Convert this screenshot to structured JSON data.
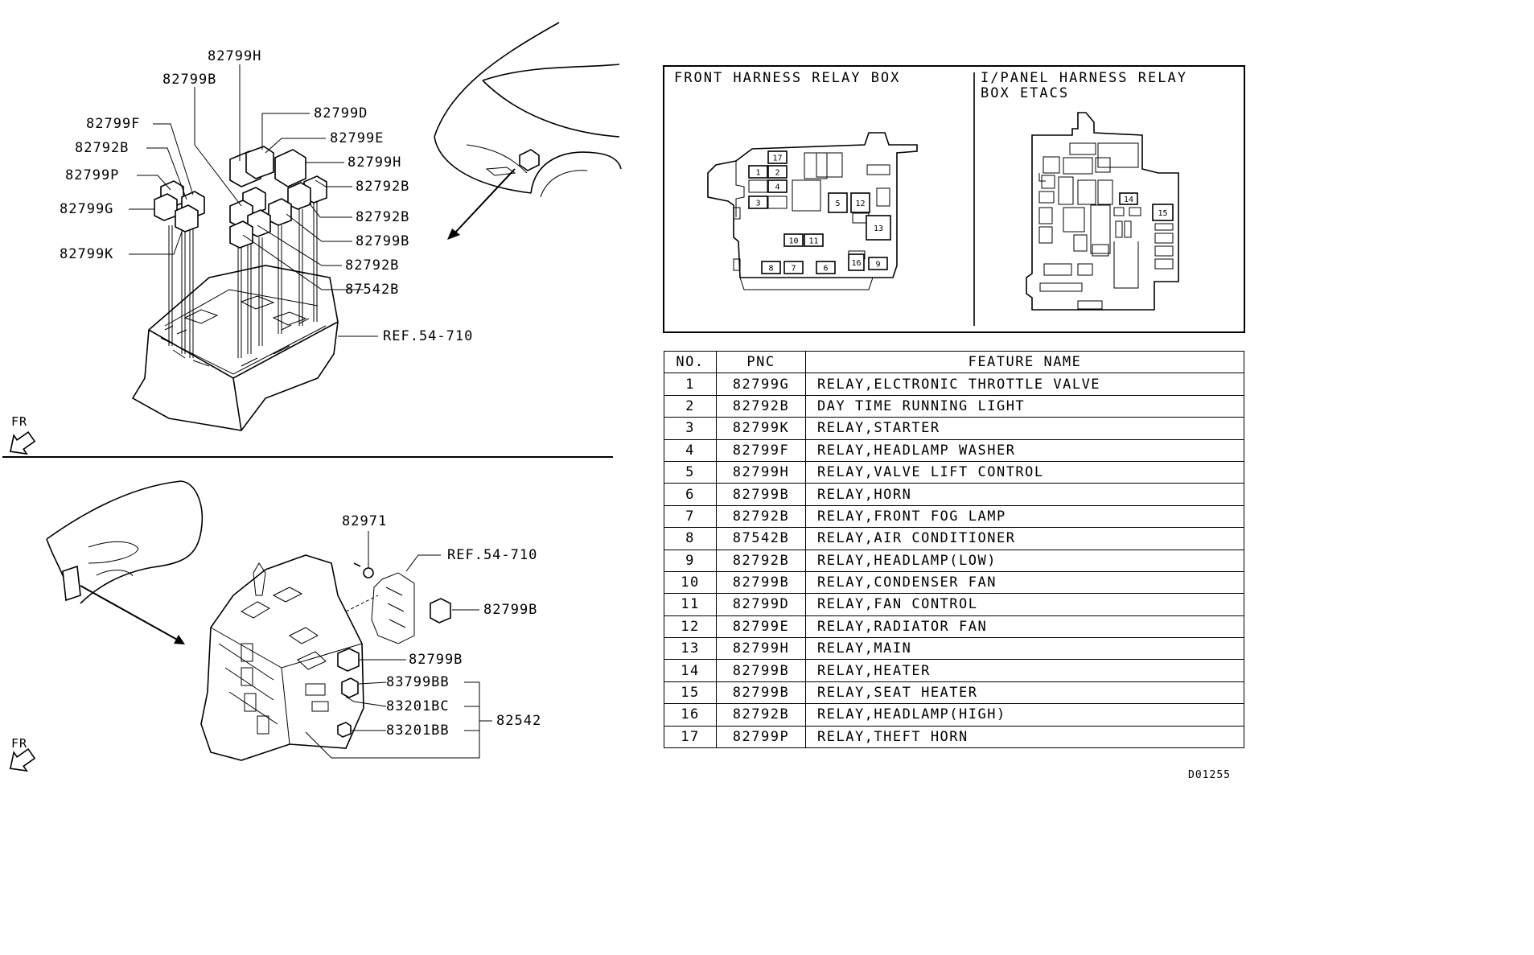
{
  "top_view": {
    "callouts": [
      "82799H",
      "82799B",
      "82799D",
      "82799F",
      "82799E",
      "82792B",
      "82799H",
      "82799P",
      "82792B",
      "82799G",
      "82792B",
      "82799B",
      "82799K",
      "82792B",
      "87542B"
    ],
    "ref_label": "REF.54-710",
    "fr_label": "FR"
  },
  "bottom_view": {
    "callouts": [
      "82971",
      "REF.54-710",
      "82799B",
      "82799B",
      "83799BB",
      "83201BC",
      "83201BB",
      "82542"
    ],
    "fr_label": "FR"
  },
  "front_box": {
    "title": "FRONT HARNESS RELAY BOX",
    "slots": [
      "17",
      "1",
      "2",
      "4",
      "3",
      "5",
      "12",
      "13",
      "10",
      "11",
      "8",
      "7",
      "6",
      "16",
      "9"
    ]
  },
  "ipanel_box": {
    "title_line1": "I/PANEL HARNESS RELAY",
    "title_line2": "BOX ETACS",
    "slots": [
      "14",
      "15"
    ]
  },
  "table": {
    "headers": [
      "NO.",
      "PNC",
      "FEATURE NAME"
    ],
    "rows": [
      {
        "no": "1",
        "pnc": "82799G",
        "name": "RELAY,ELCTRONIC THROTTLE VALVE"
      },
      {
        "no": "2",
        "pnc": "82792B",
        "name": "DAY TIME RUNNING LIGHT"
      },
      {
        "no": "3",
        "pnc": "82799K",
        "name": "RELAY,STARTER"
      },
      {
        "no": "4",
        "pnc": "82799F",
        "name": "RELAY,HEADLAMP WASHER"
      },
      {
        "no": "5",
        "pnc": "82799H",
        "name": "RELAY,VALVE LIFT CONTROL"
      },
      {
        "no": "6",
        "pnc": "82799B",
        "name": "RELAY,HORN"
      },
      {
        "no": "7",
        "pnc": "82792B",
        "name": "RELAY,FRONT FOG LAMP"
      },
      {
        "no": "8",
        "pnc": "87542B",
        "name": "RELAY,AIR CONDITIONER"
      },
      {
        "no": "9",
        "pnc": "82792B",
        "name": "RELAY,HEADLAMP(LOW)"
      },
      {
        "no": "10",
        "pnc": "82799B",
        "name": "RELAY,CONDENSER FAN"
      },
      {
        "no": "11",
        "pnc": "82799D",
        "name": "RELAY,FAN CONTROL"
      },
      {
        "no": "12",
        "pnc": "82799E",
        "name": "RELAY,RADIATOR FAN"
      },
      {
        "no": "13",
        "pnc": "82799H",
        "name": "RELAY,MAIN"
      },
      {
        "no": "14",
        "pnc": "82799B",
        "name": "RELAY,HEATER"
      },
      {
        "no": "15",
        "pnc": "82799B",
        "name": "RELAY,SEAT HEATER"
      },
      {
        "no": "16",
        "pnc": "82792B",
        "name": "RELAY,HEADLAMP(HIGH)"
      },
      {
        "no": "17",
        "pnc": "82799P",
        "name": "RELAY,THEFT HORN"
      }
    ]
  },
  "diagram_id": "D01255"
}
